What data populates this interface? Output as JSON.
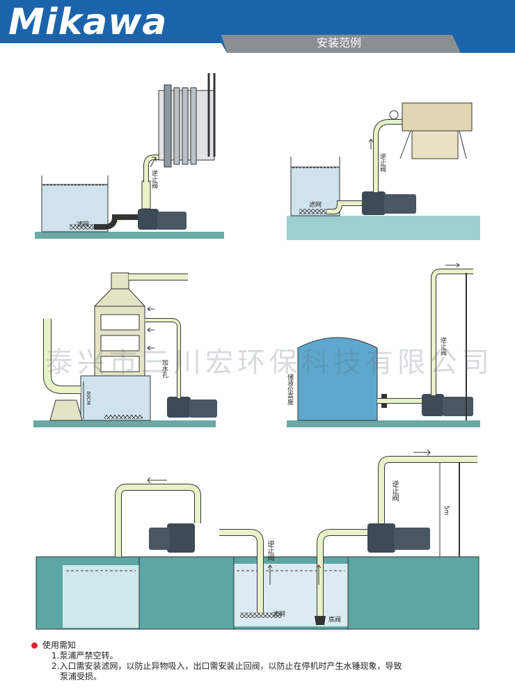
{
  "header": {
    "brand": "Mikawa",
    "section_title": "安装范例",
    "colors": {
      "bar": "#1b64ab",
      "tab": "#8a8f92"
    }
  },
  "labels": {
    "fig1_check_valve": "逆止阀",
    "fig1_filter": "滤网",
    "fig2_check_valve": "逆止阀",
    "fig2_filter": "滤网",
    "fig3_fill_hole": "加水孔",
    "fig3_height": "80CM",
    "fig4_check_valve": "逆止阀",
    "fig4_level": "储液位高度",
    "fig5_check_valve_left": "逆止阀",
    "fig5_filter": "滤网",
    "fig5_foot_valve": "底阀",
    "fig5_check_valve_right": "逆止阀",
    "fig5_height": "5m"
  },
  "watermark": "泰兴市三川宏环保科技有限公司",
  "notes": {
    "title": "使用需知",
    "items": [
      "1.泵浦严禁空转。",
      "2.入口需安装滤网，以防止异物吸入，出口需安装止回阀，以防止在停机时产生水锤现象，导致",
      "泵浦受损。"
    ]
  }
}
